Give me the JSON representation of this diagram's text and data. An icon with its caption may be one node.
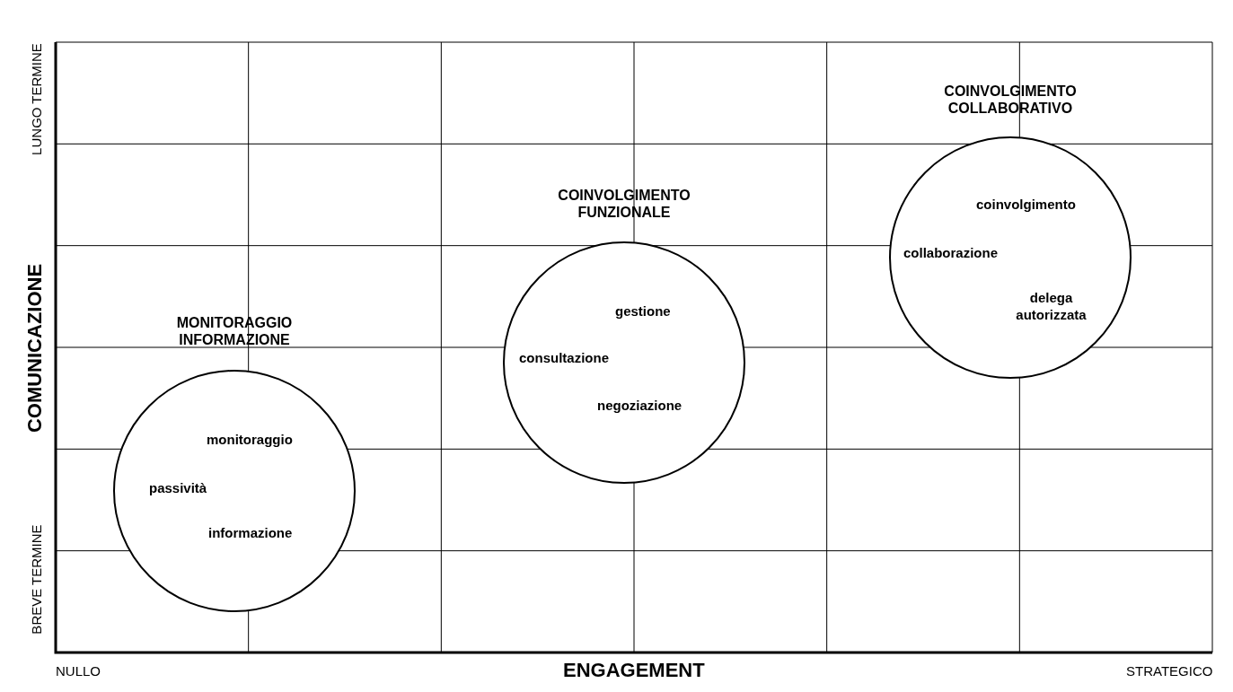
{
  "diagram": {
    "nodes": [
      {
        "text": [
          "MONITORAGGIO INFORMAZIONE",
          "monitoraggio",
          "passività",
          "informazione"
        ]
      },
      {
        "text": [
          "COINVOLGIMENTO FUNZIONALE",
          "gestione",
          "consultazione",
          "negoziazione"
        ]
      },
      {
        "text": [
          "COINVOLGIMENTO COLLABORATIVO",
          "coinvolgimento",
          "collaborazione",
          "delega autorizzata"
        ]
      }
    ],
    "edges": [],
    "labels": [
      "LUNGO TERMINE",
      "COMUNICAZIONE",
      "BREVE TERMINE",
      "NULLO",
      "ENGAGEMENT",
      "STRATEGICO"
    ]
  }
}
